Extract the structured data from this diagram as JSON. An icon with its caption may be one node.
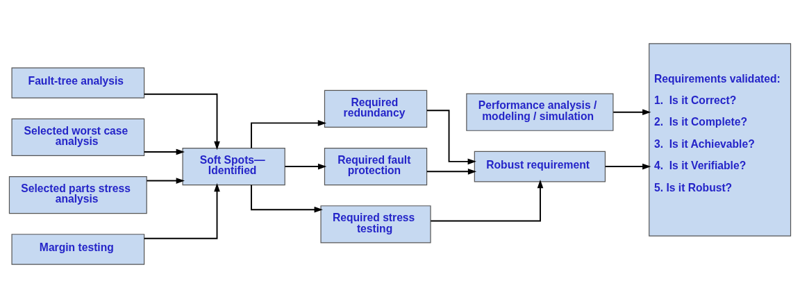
{
  "diagram": {
    "nodes": [
      {
        "text": [
          "Performance analysis / modeling / simulation"
        ]
      },
      {
        "text": [
          "Fault-tree analysis"
        ]
      },
      {
        "text": [
          "Selected worst case analysis"
        ]
      },
      {
        "text": [
          "Selected parts stress analysis"
        ]
      },
      {
        "text": [
          "Margin testing"
        ]
      },
      {
        "text": [
          "Soft Spots— Identified"
        ]
      },
      {
        "text": [
          "Required redundancy"
        ]
      },
      {
        "text": [
          "Required fault protection"
        ]
      },
      {
        "text": [
          "Required stress testing"
        ]
      },
      {
        "text": [
          "Robust requirement"
        ]
      },
      {
        "text": [
          "Requirements validated:",
          "1.  Is it Correct?",
          "2.  Is it Complete?",
          "3.  Is it Achievable?",
          "4.  Is it Verifiable?",
          "5. Is it Robust?"
        ]
      }
    ],
    "edges": [
      {
        "from": 0,
        "to": 10,
        "arrow": "to"
      },
      {
        "from": 1,
        "to": 5,
        "arrow": "to"
      },
      {
        "from": 2,
        "to": 5,
        "arrow": "to"
      },
      {
        "from": 3,
        "to": 5,
        "arrow": "to"
      },
      {
        "from": 4,
        "to": 5,
        "arrow": "to"
      },
      {
        "from": 5,
        "to": 6,
        "arrow": "to"
      },
      {
        "from": 5,
        "to": 7,
        "arrow": "to"
      },
      {
        "from": 5,
        "to": 8,
        "arrow": "to"
      },
      {
        "from": 6,
        "to": 9,
        "arrow": "to"
      },
      {
        "from": 7,
        "to": 9,
        "arrow": "to"
      },
      {
        "from": 8,
        "to": 9,
        "arrow": "to"
      },
      {
        "from": 9,
        "to": 10,
        "arrow": "to"
      }
    ]
  }
}
